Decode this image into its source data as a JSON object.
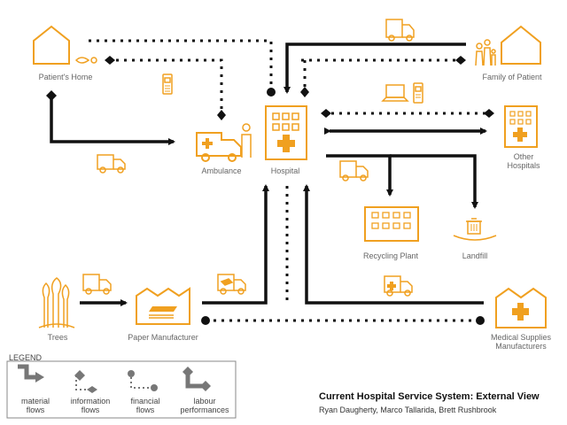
{
  "nodes": {
    "patients_home": "Patient's Home",
    "family": "Family of Patient",
    "ambulance": "Ambulance",
    "hospital": "Hospital",
    "other_hospitals_1": "Other",
    "other_hospitals_2": "Hospitals",
    "recycling": "Recycling Plant",
    "landfill": "Landfill",
    "trees": "Trees",
    "paper": "Paper Manufacturer",
    "medical_1": "Medical Supplies",
    "medical_2": "Manufacturers"
  },
  "legend": {
    "title": "LEGEND",
    "material_1": "material",
    "material_2": "flows",
    "information_1": "information",
    "information_2": "flows",
    "financial_1": "financial",
    "financial_2": "flows",
    "labour_1": "labour",
    "labour_2": "performances"
  },
  "title": "Current Hospital Service System: External View",
  "authors": "Ryan Daugherty, Marco Tallarida, Brett Rushbrook",
  "colors": {
    "accent": "#f0a020",
    "line": "#111111",
    "legend_gray": "#888888"
  }
}
